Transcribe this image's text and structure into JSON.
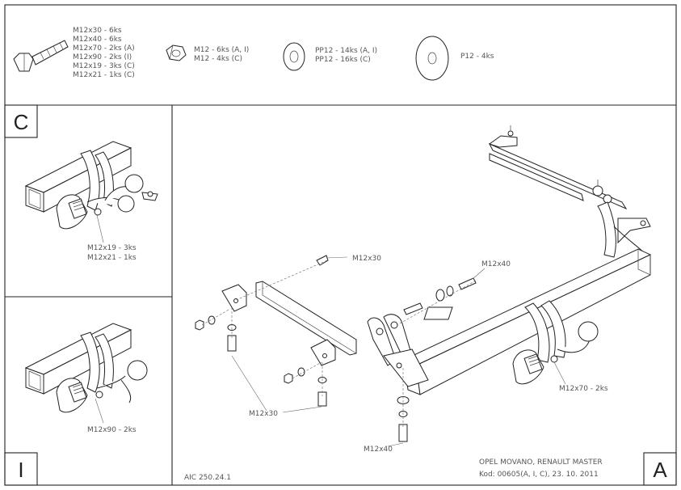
{
  "parts": {
    "bolts": [
      "M12x30 - 6ks",
      "M12x40 - 6ks",
      "M12x70 - 2ks (A)",
      "M12x90 - 2ks (I)",
      "M12x19 - 3ks (C)",
      "M12x21 - 1ks (C)"
    ],
    "nuts": [
      "M12 - 6ks (A, I)",
      "M12 - 4ks (C)"
    ],
    "washers": [
      "PP12 - 14ks (A, I)",
      "PP12 - 16ks (C)"
    ],
    "big_washer": [
      "P12 - 4ks"
    ]
  },
  "panels": {
    "c": {
      "letter": "C",
      "callouts": [
        "M12x19 - 3ks",
        "M12x21 - 1ks"
      ]
    },
    "i": {
      "letter": "I",
      "callouts": [
        "M12x90 - 2ks"
      ]
    },
    "a": {
      "letter": "A"
    }
  },
  "main_callouts": {
    "m12x30_top": "M12x30",
    "m12x40_right": "M12x40",
    "m12x30_bottom": "M12x30",
    "m12x40_bottom": "M12x40",
    "m12x70": "M12x70 - 2ks"
  },
  "footer": {
    "code": "AIC 250.24.1",
    "vehicle": "OPEL MOVANO, RENAULT MASTER",
    "kod": "Kod: 00605(A, I, C), 23. 10. 2011"
  }
}
